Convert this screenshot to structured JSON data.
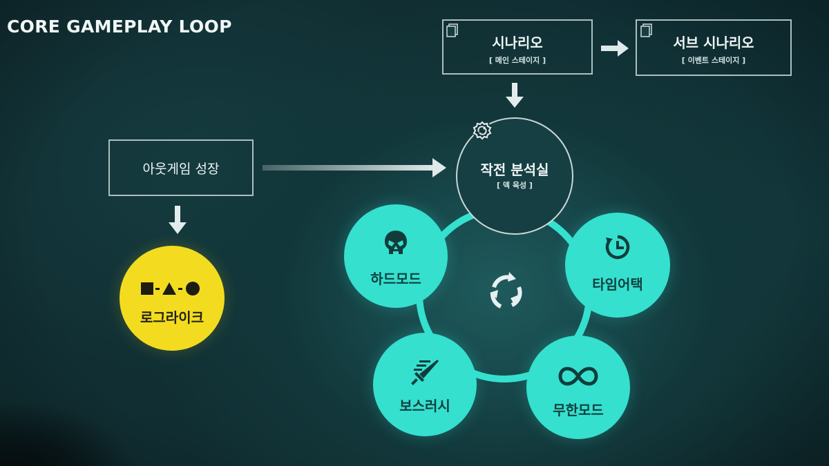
{
  "title": "CORE GAMEPLAY LOOP",
  "scenario": {
    "title": "시나리오",
    "sub": "[ 메인 스테이지 ]"
  },
  "sub_scenario": {
    "title": "서브 시나리오",
    "sub": "[ 이벤트 스테이지 ]"
  },
  "outgame": {
    "title": "아웃게임 성장"
  },
  "center": {
    "title": "작전 분석실",
    "sub": "[ 덱 육성 ]"
  },
  "roguelike": {
    "title": "로그라이크"
  },
  "modes": {
    "hard": "하드모드",
    "time_attack": "타임어택",
    "infinite": "무한모드",
    "boss_rush": "보스러시"
  },
  "colors": {
    "accent_cyan": "#35e0cf",
    "accent_yellow": "#f3dc20",
    "background": "#12363a"
  },
  "icons": [
    "document-icon",
    "arrow-right-icon",
    "arrow-down-icon",
    "gear-refresh-icon",
    "skull-icon",
    "clock-icon",
    "infinity-icon",
    "sword-icon",
    "cycle-icon",
    "square-icon",
    "triangle-icon",
    "circle-icon"
  ]
}
